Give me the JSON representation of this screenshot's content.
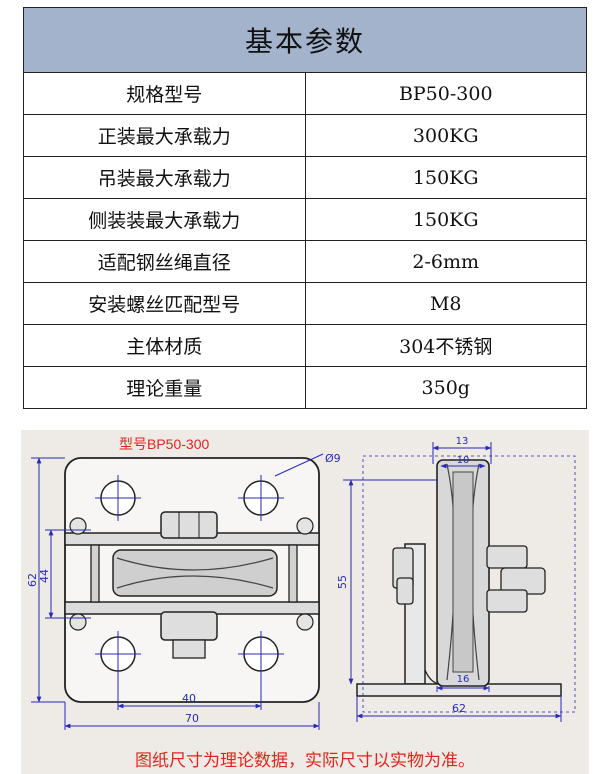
{
  "table": {
    "title": "基本参数",
    "rows": [
      {
        "label": "规格型号",
        "value": "BP50-300"
      },
      {
        "label": "正装最大承载力",
        "value": "300KG"
      },
      {
        "label": "吊装最大承载力",
        "value": "150KG"
      },
      {
        "label": "侧装装最大承载力",
        "value": "150KG"
      },
      {
        "label": "适配钢丝绳直径",
        "value": "2-6mm"
      },
      {
        "label": "安装螺丝匹配型号",
        "value": "M8"
      },
      {
        "label": "主体材质",
        "value": "304不锈钢"
      },
      {
        "label": "理论重量",
        "value": "350g"
      }
    ]
  },
  "drawing": {
    "model_label": "型号BP50-300",
    "dimensions": {
      "hole": "Ø9",
      "height_outer": "62",
      "height_inner": "44",
      "width_inner": "40",
      "width_outer": "70",
      "side_top_outer": "13",
      "side_top_inner": "10",
      "side_height": "55",
      "side_bottom_inner": "16",
      "side_bottom_outer": "62"
    },
    "note": "图纸尺寸为理论数据，实际尺寸以实物为准。",
    "colors": {
      "annotation": "#e0261c",
      "dimension": "#2a2ab8",
      "background": "#eeeae6"
    }
  }
}
